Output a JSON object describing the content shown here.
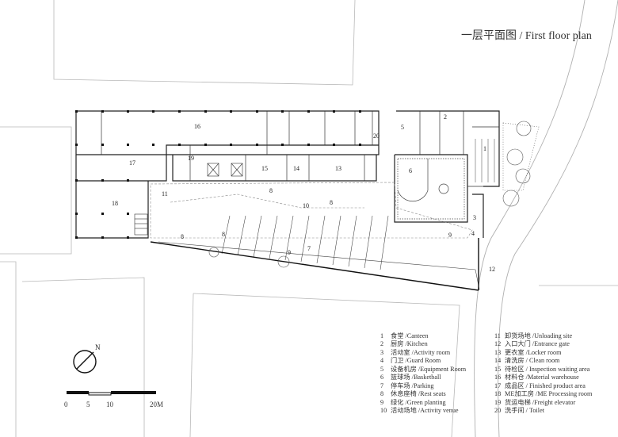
{
  "title": "一层平面图 / First floor plan",
  "compass": {
    "north": "N"
  },
  "scale_bar": {
    "labels": [
      "0",
      "5",
      "10",
      "20M"
    ]
  },
  "rooms": [
    {
      "num": "1",
      "zh": "食堂",
      "en": "/Canteen"
    },
    {
      "num": "2",
      "zh": "厨房",
      "en": "/Kitchen"
    },
    {
      "num": "3",
      "zh": "活动室",
      "en": "/Activity room"
    },
    {
      "num": "4",
      "zh": "门卫",
      "en": "/Guard Room"
    },
    {
      "num": "5",
      "zh": "设备机房",
      "en": "/Equipment Room"
    },
    {
      "num": "6",
      "zh": "篮球场",
      "en": "/Basketball"
    },
    {
      "num": "7",
      "zh": "停车场",
      "en": "/Parking"
    },
    {
      "num": "8",
      "zh": "休息座椅",
      "en": "/Rest seats"
    },
    {
      "num": "9",
      "zh": "绿化",
      "en": "/Green planting"
    },
    {
      "num": "10",
      "zh": "活动场地",
      "en": "/Activity venue"
    },
    {
      "num": "11",
      "zh": "卸货场地",
      "en": "/Unloading site"
    },
    {
      "num": "12",
      "zh": "入口大门",
      "en": "/Entrance gate"
    },
    {
      "num": "13",
      "zh": "更衣室",
      "en": "/Locker room"
    },
    {
      "num": "14",
      "zh": "清洗房",
      "en": "/ Clean room"
    },
    {
      "num": "15",
      "zh": "待检区",
      "en": "/ Inspection waiting area"
    },
    {
      "num": "16",
      "zh": "材料仓",
      "en": "/Material warehouse"
    },
    {
      "num": "17",
      "zh": "成品区",
      "en": "/ Finished product area"
    },
    {
      "num": "18",
      "zh": "ME加工房",
      "en": "/ME Processing room"
    },
    {
      "num": "19",
      "zh": "货运电梯",
      "en": "/Freight elevator"
    },
    {
      "num": "20",
      "zh": "洗手间",
      "en": "/ Toilet"
    }
  ],
  "plan_labels": [
    "1",
    "2",
    "3",
    "4",
    "5",
    "6",
    "7",
    "8",
    "8",
    "8",
    "8",
    "9",
    "9",
    "10",
    "11",
    "12",
    "13",
    "14",
    "15",
    "16",
    "17",
    "18",
    "19",
    "20"
  ]
}
